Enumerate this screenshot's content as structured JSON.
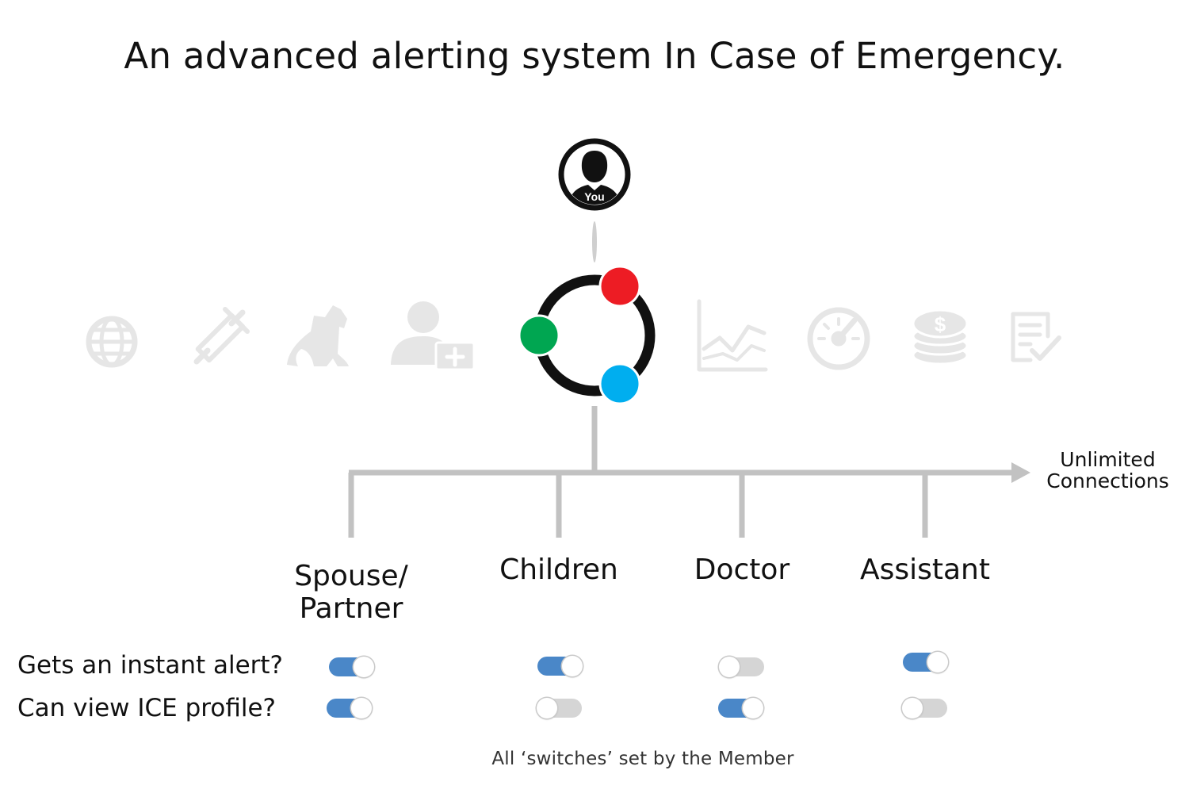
{
  "title": "An advanced alerting system In Case of Emergency.",
  "you_label": "You",
  "unlimited": {
    "line1": "Unlimited",
    "line2": "Connections"
  },
  "connections": [
    {
      "line1": "Spouse/",
      "line2": "Partner",
      "alert": true,
      "profile": true
    },
    {
      "line1": "Children",
      "line2": "",
      "alert": true,
      "profile": false
    },
    {
      "line1": "Doctor",
      "line2": "",
      "alert": false,
      "profile": true
    },
    {
      "line1": "Assistant",
      "line2": "",
      "alert": true,
      "profile": false
    }
  ],
  "questions": {
    "alert": "Gets an instant alert?",
    "profile": "Can view ICE profile?"
  },
  "footer": "All ‘switches’ set by the Member",
  "colors": {
    "red": "#ed1c24",
    "green": "#00a651",
    "blue": "#00aeef",
    "toggle_on": "#4a87c8",
    "toggle_off": "#d5d5d5",
    "icon_gray": "#e6e6e6",
    "line_gray": "#c2c2c2"
  },
  "faded_icons": [
    "globe-icon",
    "syringe-icon",
    "pets-icon",
    "medical-profile-icon",
    "chart-icon",
    "gauge-icon",
    "coins-icon",
    "checklist-icon"
  ]
}
